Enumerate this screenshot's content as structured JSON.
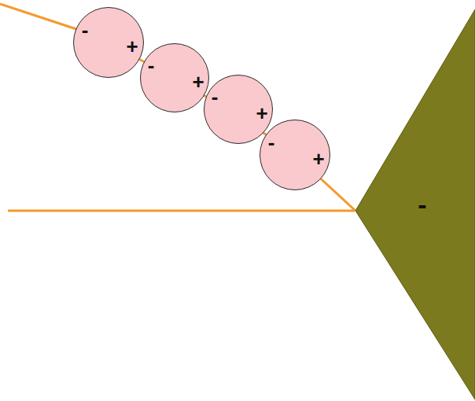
{
  "diagram": {
    "nodes": [
      {
        "text": [
          "-",
          "+"
        ]
      },
      {
        "text": [
          "-",
          "+"
        ]
      },
      {
        "text": [
          "-",
          "+"
        ]
      },
      {
        "text": [
          "-",
          "+"
        ]
      },
      {
        "text": [
          "-"
        ]
      }
    ],
    "edges": [
      {
        "from": 3,
        "to": 4,
        "arrow": "none"
      }
    ]
  }
}
